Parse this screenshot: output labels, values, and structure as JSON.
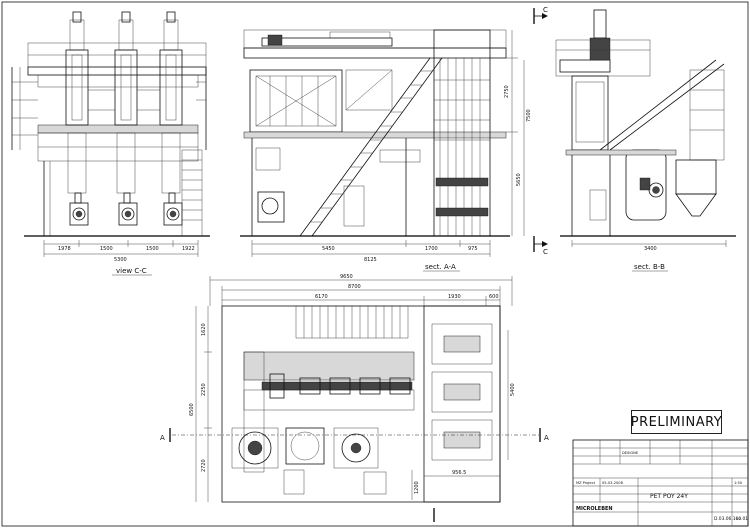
{
  "views": {
    "view_cc": {
      "label": "view  C-C",
      "dims_bottom": [
        "1978",
        "1500",
        "1500",
        "1922"
      ],
      "dim_total": "5300"
    },
    "sect_aa": {
      "label": "sect. A-A",
      "dims_bottom": [
        "5450",
        "1700",
        "975"
      ],
      "dim_total": "8125",
      "dims_right": [
        "2750",
        "5650",
        "7500"
      ]
    },
    "sect_bb": {
      "label": "sect. B-B",
      "dim_total": "3400"
    },
    "plan": {
      "dims_top": [
        "9650",
        "8700",
        "6170",
        "1930",
        "600"
      ],
      "dims_left": [
        "1620",
        "2250",
        "6500",
        "2720"
      ],
      "dim_right": "5400",
      "dims_bottom": [
        "1200",
        "956.5"
      ]
    }
  },
  "section_marks": {
    "a": "A",
    "c": "C"
  },
  "preliminary": "PRELIMINARY",
  "title_block": {
    "design": "DESIGNE",
    "project": "MZ Project",
    "date": "05-03-2008",
    "title": "PET POY 24Y",
    "company": "MICROLEBEN",
    "drawing_number": "D.03.06.160.01",
    "revision": "00",
    "scale": "1:50"
  }
}
